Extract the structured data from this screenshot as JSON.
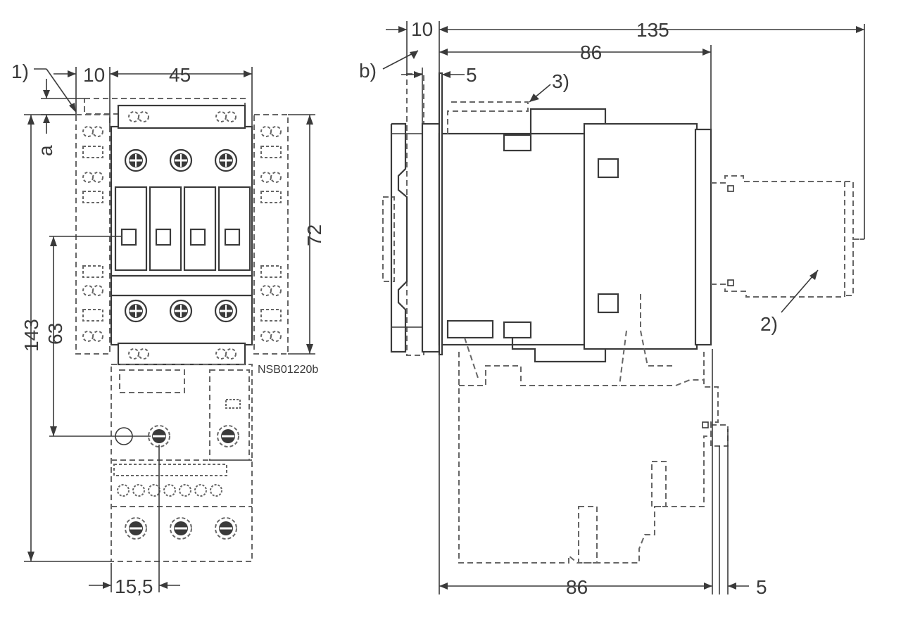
{
  "figure_id": "NSB01220b",
  "front_view": {
    "dims": {
      "offset_10": "10",
      "width_45": "45",
      "height_72": "72",
      "height_143": "143",
      "height_63": "63",
      "offset_15_5": "15,5",
      "clearance_a": "a"
    },
    "footnote_1": "1)"
  },
  "side_view": {
    "dims": {
      "offset_10": "10",
      "depth_135": "135",
      "depth_86_top": "86",
      "offset_5_top": "5",
      "depth_86_bottom": "86",
      "offset_5_bottom": "5"
    },
    "footnote_b": "b)",
    "footnote_2": "2)",
    "footnote_3": "3)"
  }
}
